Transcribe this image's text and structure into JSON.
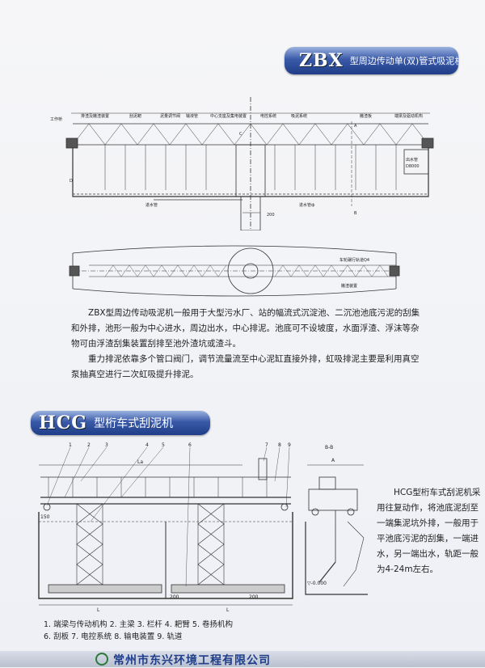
{
  "zbx": {
    "code": "ZBX",
    "subtitle": "型周边传动单(双)管式吸泥机",
    "diagram_labels": {
      "work_bridge": "工作桥",
      "drain_scum": "排渣及撇渣装置",
      "scraper_arm": "刮泥耙",
      "mud_valve": "泥量调节阀",
      "pipe_rack": "输液管",
      "center_support": "中心支座及集电装置",
      "electric": "电控系统",
      "suction": "吸泥系统",
      "scum_board": "撇渣板",
      "drive_device": "端梁及驱动机构",
      "inlet": "进水管",
      "inlet2": "进水管ф",
      "outlet": "出水管",
      "dia": "D8000",
      "dim_200": "200",
      "section_a": "A",
      "section_b": "B",
      "section_c": "C",
      "section_d": "D",
      "wheel_track": "车轮碾行轨道Q4",
      "scum_device": "撇渣装置"
    },
    "paragraphs": [
      "ZBX型周边传动吸泥机一般用于大型污水厂、站的幅流式沉淀池、二沉池池底污泥的刮集和外排，池形一般为中心进水，周边出水，中心排泥。池底可不设坡度，水面浮渣、浮沫等杂物可由浮渣刮集装置刮排至池外渣坑或渣斗。",
      "重力排泥依靠多个管口阀门，调节流量流至中心泥缸直接外排，虹吸排泥主要是利用真空泵抽真空进行二次虹吸提升排泥。"
    ]
  },
  "hcg": {
    "code": "HCG",
    "subtitle": "型桁车式刮泥机",
    "numbers": [
      "1",
      "2",
      "3",
      "4",
      "5",
      "6",
      "7",
      "8",
      "9"
    ],
    "dim_labels": {
      "section": "B-B",
      "la": "La",
      "a": "A",
      "l": "L",
      "l2": "L",
      "d200": "200",
      "d200b": "200",
      "level": "▽-0.000",
      "elev": "150"
    },
    "description": "HCG型桁车式刮泥机采用往复动作，将池底泥刮至一端集泥坑外排，一般用于平池底污泥的刮集，一端进水，另一端出水，轨距一般为4-24m左右。",
    "legend": [
      "1. 端梁与传动机构  2. 主梁  3. 栏杆  4. 耙臂  5. 卷扬机构",
      "6. 刮板  7. 电控系统  8. 输电装置  9. 轨道"
    ]
  },
  "footer": {
    "company": "常州市东兴环境工程有限公司"
  }
}
